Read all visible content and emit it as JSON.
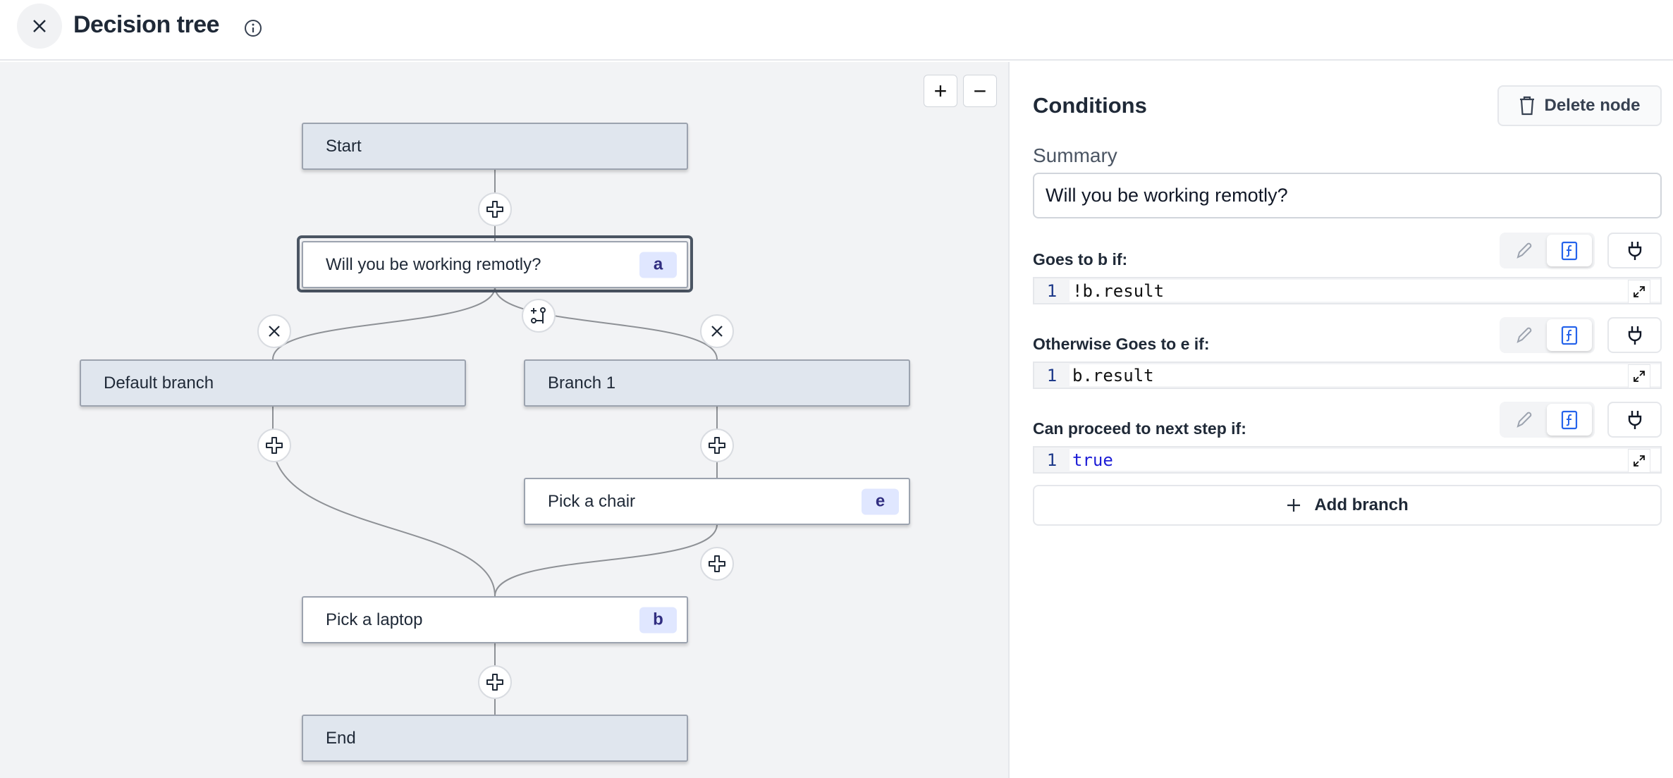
{
  "header": {
    "title": "Decision tree",
    "close_icon": "close-icon",
    "info_icon": "info-icon"
  },
  "canvas": {
    "zoom_in_label": "+",
    "zoom_out_label": "−",
    "nodes": {
      "start": {
        "label": "Start"
      },
      "question": {
        "label": "Will you be working remotly?",
        "badge": "a",
        "selected": true
      },
      "default_branch": {
        "label": "Default branch"
      },
      "branch1": {
        "label": "Branch 1"
      },
      "chair": {
        "label": "Pick a chair",
        "badge": "e"
      },
      "laptop": {
        "label": "Pick a laptop",
        "badge": "b"
      },
      "end": {
        "label": "End"
      }
    }
  },
  "panel": {
    "title": "Conditions",
    "delete_label": "Delete node",
    "summary_label": "Summary",
    "summary_value": "Will you be working remotly?",
    "conditions": [
      {
        "label": "Goes to b if:",
        "line": "1",
        "code": "!b.result"
      },
      {
        "label": "Otherwise Goes to e if:",
        "line": "1",
        "code": "b.result"
      },
      {
        "label": "Can proceed to next step if:",
        "line": "1",
        "code": "true"
      }
    ],
    "add_branch_label": "Add branch"
  },
  "colors": {
    "canvas_bg": "#f2f3f5",
    "node_grey": "#e0e6ee",
    "badge_bg": "#e0e7ff",
    "badge_text": "#312e81",
    "accent": "#2563eb"
  }
}
